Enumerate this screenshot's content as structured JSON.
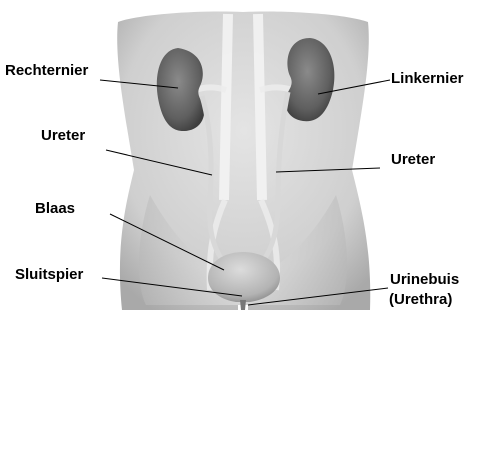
{
  "labels": {
    "right_kidney": "Rechternier",
    "left_kidney": "Linkernier",
    "ureter_left": "Ureter",
    "ureter_right": "Ureter",
    "bladder": "Blaas",
    "sphincter": "Sluitspier",
    "urethra_line1": "Urinebuis",
    "urethra_line2": "(Urethra)"
  },
  "colors": {
    "background": "#ffffff",
    "torso": "#d2d2d2",
    "kidney": "#6e6e6e",
    "bladder": "#bdbdbd",
    "leader_line": "#000000",
    "label_text": "#000000"
  }
}
